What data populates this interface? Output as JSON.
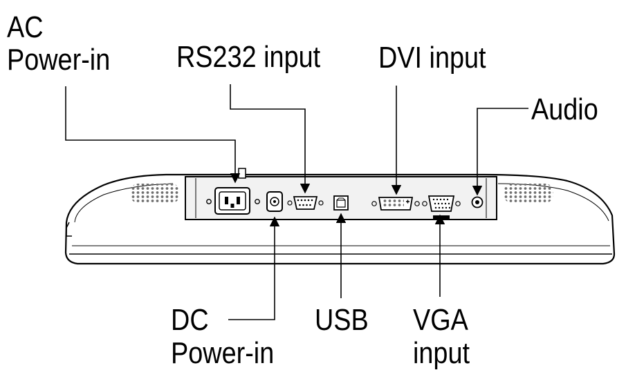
{
  "labels": {
    "ac_power": [
      "AC",
      "Power-in"
    ],
    "rs232": "RS232 input",
    "dvi": "DVI input",
    "audio": "Audio",
    "dc_power": [
      "DC",
      "Power-in"
    ],
    "usb": "USB",
    "vga": [
      "VGA",
      "input"
    ]
  },
  "colors": {
    "ink": "#000000",
    "background": "#ffffff",
    "panel": "#f2f2f2",
    "vent": "#7a7a7a"
  }
}
